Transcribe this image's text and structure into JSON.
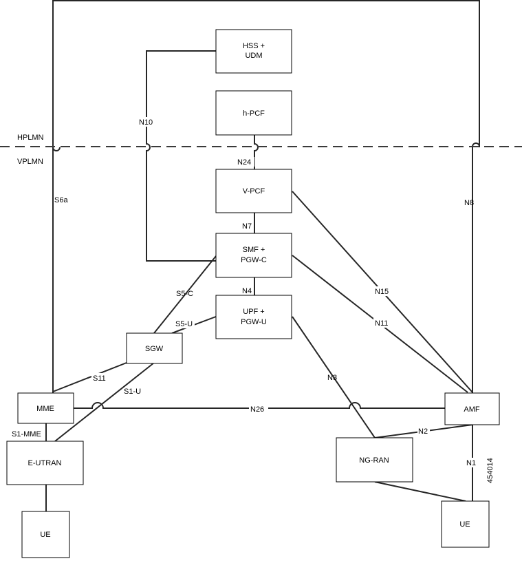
{
  "regions": {
    "home": "HPLMN",
    "visited": "VPLMN"
  },
  "nodes": {
    "hss_udm": [
      "HSS +",
      "UDM"
    ],
    "h_pcf": "h-PCF",
    "v_pcf": "V-PCF",
    "smf": [
      "SMF +",
      "PGW-C"
    ],
    "upf": [
      "UPF +",
      "PGW-U"
    ],
    "sgw": "SGW",
    "mme": "MME",
    "eutran": "E-UTRAN",
    "ue_left": "UE",
    "amf": "AMF",
    "ngran": "NG-RAN",
    "ue_right": "UE"
  },
  "interfaces": {
    "s6a": "S6a",
    "n10": "N10",
    "n8": "N8",
    "n24": "N24",
    "n7": "N7",
    "n4": "N4",
    "s5c": "S5-C",
    "s5u": "S5-U",
    "n15": "N15",
    "n11": "N11",
    "s11": "S11",
    "s1u": "S1-U",
    "n3": "N3",
    "n26": "N26",
    "s1mme": "S1-MME",
    "n2": "N2",
    "n1": "N1"
  },
  "figure_id": "454014"
}
